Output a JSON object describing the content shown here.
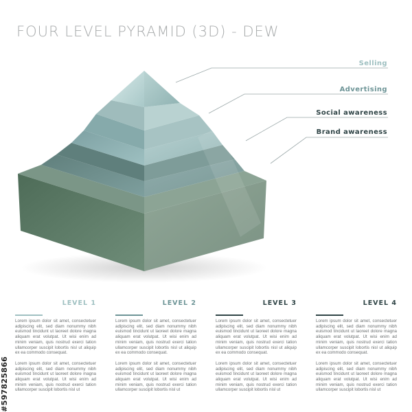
{
  "title": "FOUR LEVEL PYRAMID (3D) - DEW",
  "labels": [
    {
      "text": "Selling",
      "color": "#9fc0c1"
    },
    {
      "text": "Advertising",
      "color": "#6d9496"
    },
    {
      "text": "Social awareness",
      "color": "#2f4446"
    },
    {
      "text": "Brand awareness",
      "color": "#2f4446"
    }
  ],
  "levels": [
    {
      "heading": "LEVEL 1",
      "color": "#9fc0c1",
      "para1": "Lorem ipsum dolor sit amet, consectetuer adipiscing elit, sed diam nonummy nibh euismod tincidunt ut laoreet dolore magna aliquam erat volutpat. Ut wisi enim ad minim veniam, quis nostrud exerci tation ullamcorper suscipit lobortis nisl ut aliquip ex ea commodo consequat.",
      "para2": "Lorem ipsum dolor sit amet, consectetuer adipiscing elit, sed diam nonummy nibh euismod tincidunt ut laoreet dolore magna aliquam erat volutpat. Ut wisi enim ad minim veniam, quis nostrud exerci tation ullamcorper suscipit lobortis nisl ut"
    },
    {
      "heading": "LEVEL 2",
      "color": "#6d9496",
      "para1": "Lorem ipsum dolor sit amet, consectetuer adipiscing elit, sed diam nonummy nibh euismod tincidunt ut laoreet dolore magna aliquam erat volutpat. Ut wisi enim ad minim veniam, quis nostrud exerci tation ullamcorper suscipit lobortis nisl ut aliquip ex ea commodo consequat.",
      "para2": "Lorem ipsum dolor sit amet, consectetuer adipiscing elit, sed diam nonummy nibh euismod tincidunt ut laoreet dolore magna aliquam erat volutpat. Ut wisi enim ad minim veniam, quis nostrud exerci tation ullamcorper suscipit lobortis nisl ut"
    },
    {
      "heading": "LEVEL 3",
      "color": "#2f4446",
      "para1": "Lorem ipsum dolor sit amet, consectetuer adipiscing elit, sed diam nonummy nibh euismod tincidunt ut laoreet dolore magna aliquam erat volutpat. Ut wisi enim ad minim veniam, quis nostrud exerci tation ullamcorper suscipit lobortis nisl ut aliquip ex ea commodo consequat.",
      "para2": "Lorem ipsum dolor sit amet, consectetuer adipiscing elit, sed diam nonummy nibh euismod tincidunt ut laoreet dolore magna aliquam erat volutpat. Ut wisi enim ad minim veniam, quis nostrud exerci tation ullamcorper suscipit lobortis nisl ut"
    },
    {
      "heading": "LEVEL 4",
      "color": "#2f4446",
      "para1": "Lorem ipsum dolor sit amet, consectetuer adipiscing elit, sed diam nonummy nibh euismod tincidunt ut laoreet dolore magna aliquam erat volutpat. Ut wisi enim ad minim veniam, quis nostrud exerci tation ullamcorper suscipit lobortis nisl ut aliquip ex ea commodo consequat.",
      "para2": "Lorem ipsum dolor sit amet, consectetuer adipiscing elit, sed diam nonummy nibh euismod tincidunt ut laoreet dolore magna aliquam erat volutpat. Ut wisi enim ad minim veniam, quis nostrud exerci tation ullamcorper suscipit lobortis nisl ut"
    }
  ],
  "stock_id": "#597825866",
  "colors": {
    "tier1_left": "#cfe3e2",
    "tier1_right": "#9bbcbc",
    "tier2_left": "#86a9aa",
    "tier2_right": "#a9c6c6",
    "tier3_left": "#6f8f8d",
    "tier3_right": "#8faaa7",
    "tier4_left": "#5a7864",
    "tier4_right": "#8aa08f",
    "leader_line": "#9aa7a8"
  }
}
